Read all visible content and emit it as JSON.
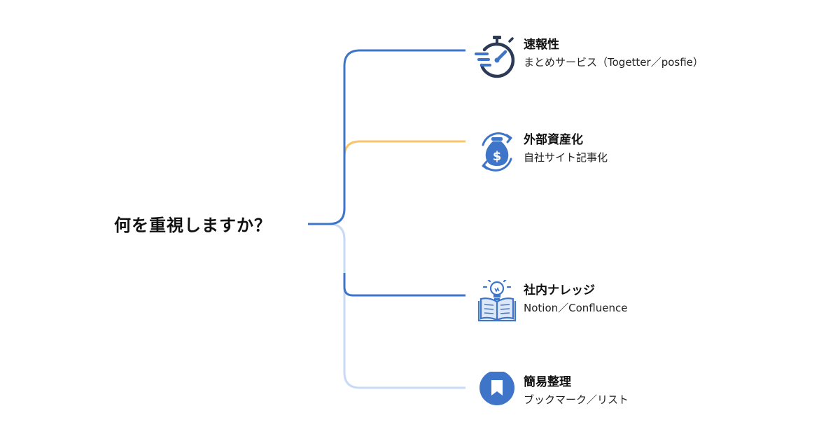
{
  "question": "何を重視しますか？",
  "colors": {
    "primary_blue": "#3F75C8",
    "accent_yellow": "#F9C56B",
    "light_blue": "#C9DAF4",
    "text": "#111111"
  },
  "options": [
    {
      "title": "速報性",
      "subtitle": "まとめサービス（Togetter／posfie）",
      "icon": "stopwatch-icon",
      "branch_color": "#3F75C8"
    },
    {
      "title": "外部資産化",
      "subtitle": "自社サイト記事化",
      "icon": "money-bag-cycle-icon",
      "branch_color": "#F9C56B"
    },
    {
      "title": "社内ナレッジ",
      "subtitle": "Notion／Confluence",
      "icon": "lightbulb-book-icon",
      "branch_color": "#3F75C8"
    },
    {
      "title": "簡易整理",
      "subtitle": "ブックマーク／リスト",
      "icon": "bookmark-icon",
      "branch_color": "#C9DAF4"
    }
  ]
}
